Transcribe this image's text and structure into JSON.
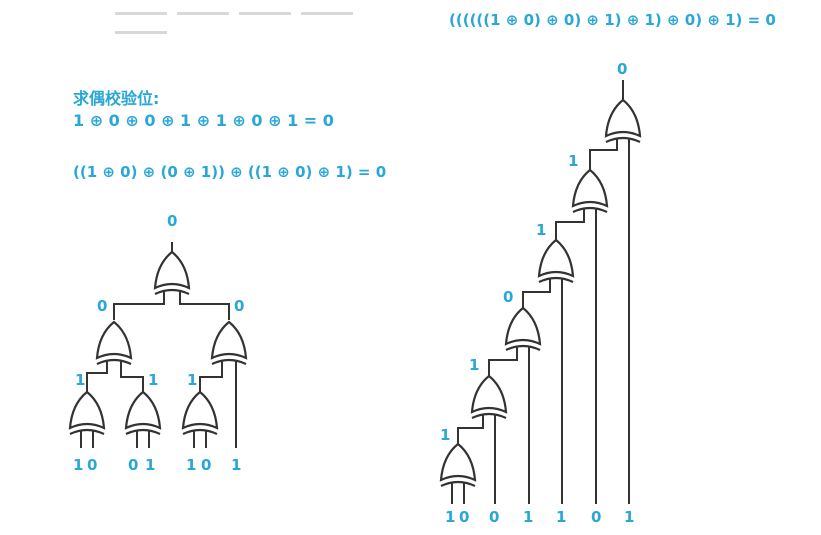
{
  "header": {
    "right_formula": "((((((1 ⊕ 0) ⊕ 0) ⊕ 1) ⊕ 1) ⊕ 0) ⊕ 1) = 0"
  },
  "left": {
    "title": "求偶校验位:",
    "chain_formula": "1 ⊕ 0 ⊕ 0 ⊕ 1 ⊕ 1 ⊕ 0 ⊕ 1 = 0",
    "tree_formula": "((1 ⊕ 0) ⊕ (0 ⊕ 1)) ⊕ ((1 ⊕ 0) ⊕ 1) = 0"
  },
  "tree": {
    "root_output": "0",
    "mid_left_output": "0",
    "mid_right_output": "0",
    "leaf_outputs": [
      "1",
      "1",
      "1"
    ],
    "inputs": [
      "1",
      "0",
      "0",
      "1",
      "1",
      "0",
      "1"
    ]
  },
  "chain": {
    "final_output": "0",
    "stage_outputs": [
      "1",
      "1",
      "0",
      "1",
      "1",
      "0"
    ],
    "inputs": [
      "1",
      "0",
      "0",
      "1",
      "1",
      "0",
      "1"
    ]
  },
  "colors": {
    "accent": "#29a7d6",
    "wire": "#333333"
  }
}
